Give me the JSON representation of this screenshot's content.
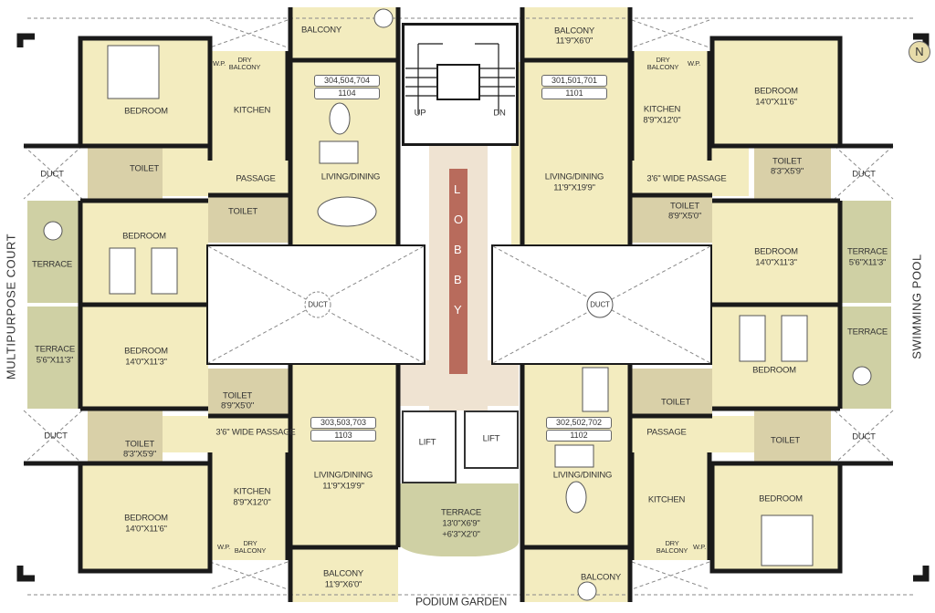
{
  "compass": {
    "label": "N"
  },
  "side_labels": {
    "left": "MULTIPURPOSE COURT",
    "right": "SWIMMING POOL",
    "bottom": "PODIUM GARDEN"
  },
  "core": {
    "lobby": [
      "L",
      "O",
      "B",
      "B",
      "Y"
    ],
    "stair_up": "UP",
    "stair_down": "DN",
    "lift_1": "LIFT",
    "lift_2": "LIFT",
    "duct_left": "DUCT",
    "duct_right": "DUCT",
    "terrace_label": "TERRACE",
    "terrace_dims_1": "13'0\"X6'9\"",
    "terrace_dims_2": "+6'3\"X2'0\""
  },
  "units": {
    "u1104": {
      "flat_numbers": "304,504,704",
      "unit_no": "1104",
      "balcony": "BALCONY",
      "living": "LIVING/DINING",
      "kitchen": "KITCHEN",
      "dry_balcony": "DRY\nBALCONY",
      "wp": "W.P.",
      "bedroom1": "BEDROOM",
      "toilet1": "TOILET",
      "passage": "PASSAGE",
      "toilet2": "TOILET",
      "bedroom2": "BEDROOM",
      "terrace": "TERRACE",
      "duct": "DUCT"
    },
    "u1101": {
      "flat_numbers": "301,501,701",
      "unit_no": "1101",
      "balcony": "BALCONY",
      "balcony_dims": "11'9\"X6'0\"",
      "living": "LIVING/DINING",
      "living_dims": "11'9\"X19'9\"",
      "kitchen": "KITCHEN",
      "kitchen_dims": "8'9\"X12'0\"",
      "dry_balcony": "DRY\nBALCONY",
      "wp": "W.P.",
      "bedroom1": "BEDROOM",
      "bedroom1_dims": "14'0\"X11'6\"",
      "toilet1": "TOILET",
      "toilet1_dims": "8'3\"X5'9\"",
      "passage": "3'6\" WIDE PASSAGE",
      "toilet2": "TOILET",
      "toilet2_dims": "8'9\"X5'0\"",
      "bedroom2": "BEDROOM",
      "bedroom2_dims": "14'0\"X11'3\"",
      "terrace": "TERRACE",
      "terrace_dims": "5'6\"X11'3\"",
      "duct": "DUCT"
    },
    "u1103": {
      "flat_numbers": "303,503,703",
      "unit_no": "1103",
      "balcony": "BALCONY",
      "balcony_dims": "11'9\"X6'0\"",
      "living": "LIVING/DINING",
      "living_dims": "11'9\"X19'9\"",
      "kitchen": "KITCHEN",
      "kitchen_dims": "8'9\"X12'0\"",
      "dry_balcony": "DRY\nBALCONY",
      "wp": "W.P.",
      "bedroom1": "BEDROOM",
      "bedroom1_dims": "14'0\"X11'6\"",
      "toilet1": "TOILET",
      "toilet1_dims": "8'3\"X5'9\"",
      "passage": "3'6\" WIDE PASSAGE",
      "toilet2": "TOILET",
      "toilet2_dims": "8'9\"X5'0\"",
      "bedroom2": "BEDROOM",
      "bedroom2_dims": "14'0\"X11'3\"",
      "terrace": "TERRACE",
      "terrace_dims": "5'6\"X11'3\"",
      "duct": "DUCT"
    },
    "u1102": {
      "flat_numbers": "302,502,702",
      "unit_no": "1102",
      "balcony": "BALCONY",
      "living": "LIVING/DINING",
      "kitchen": "KITCHEN",
      "dry_balcony": "DRY\nBALCONY",
      "wp": "W.P.",
      "bedroom1": "BEDROOM",
      "toilet1": "TOILET",
      "passage": "PASSAGE",
      "toilet2": "TOILET",
      "bedroom2": "BEDROOM",
      "terrace": "TERRACE",
      "duct": "DUCT"
    }
  },
  "colors": {
    "room_fill": "#f3ecbf",
    "toilet_fill": "#d9d0a8",
    "terrace_fill": "#cfd0a4",
    "lobby_strip": "#b86b5c",
    "lobby_tile": "#efe3d2",
    "wall": "#1a1a1a"
  }
}
